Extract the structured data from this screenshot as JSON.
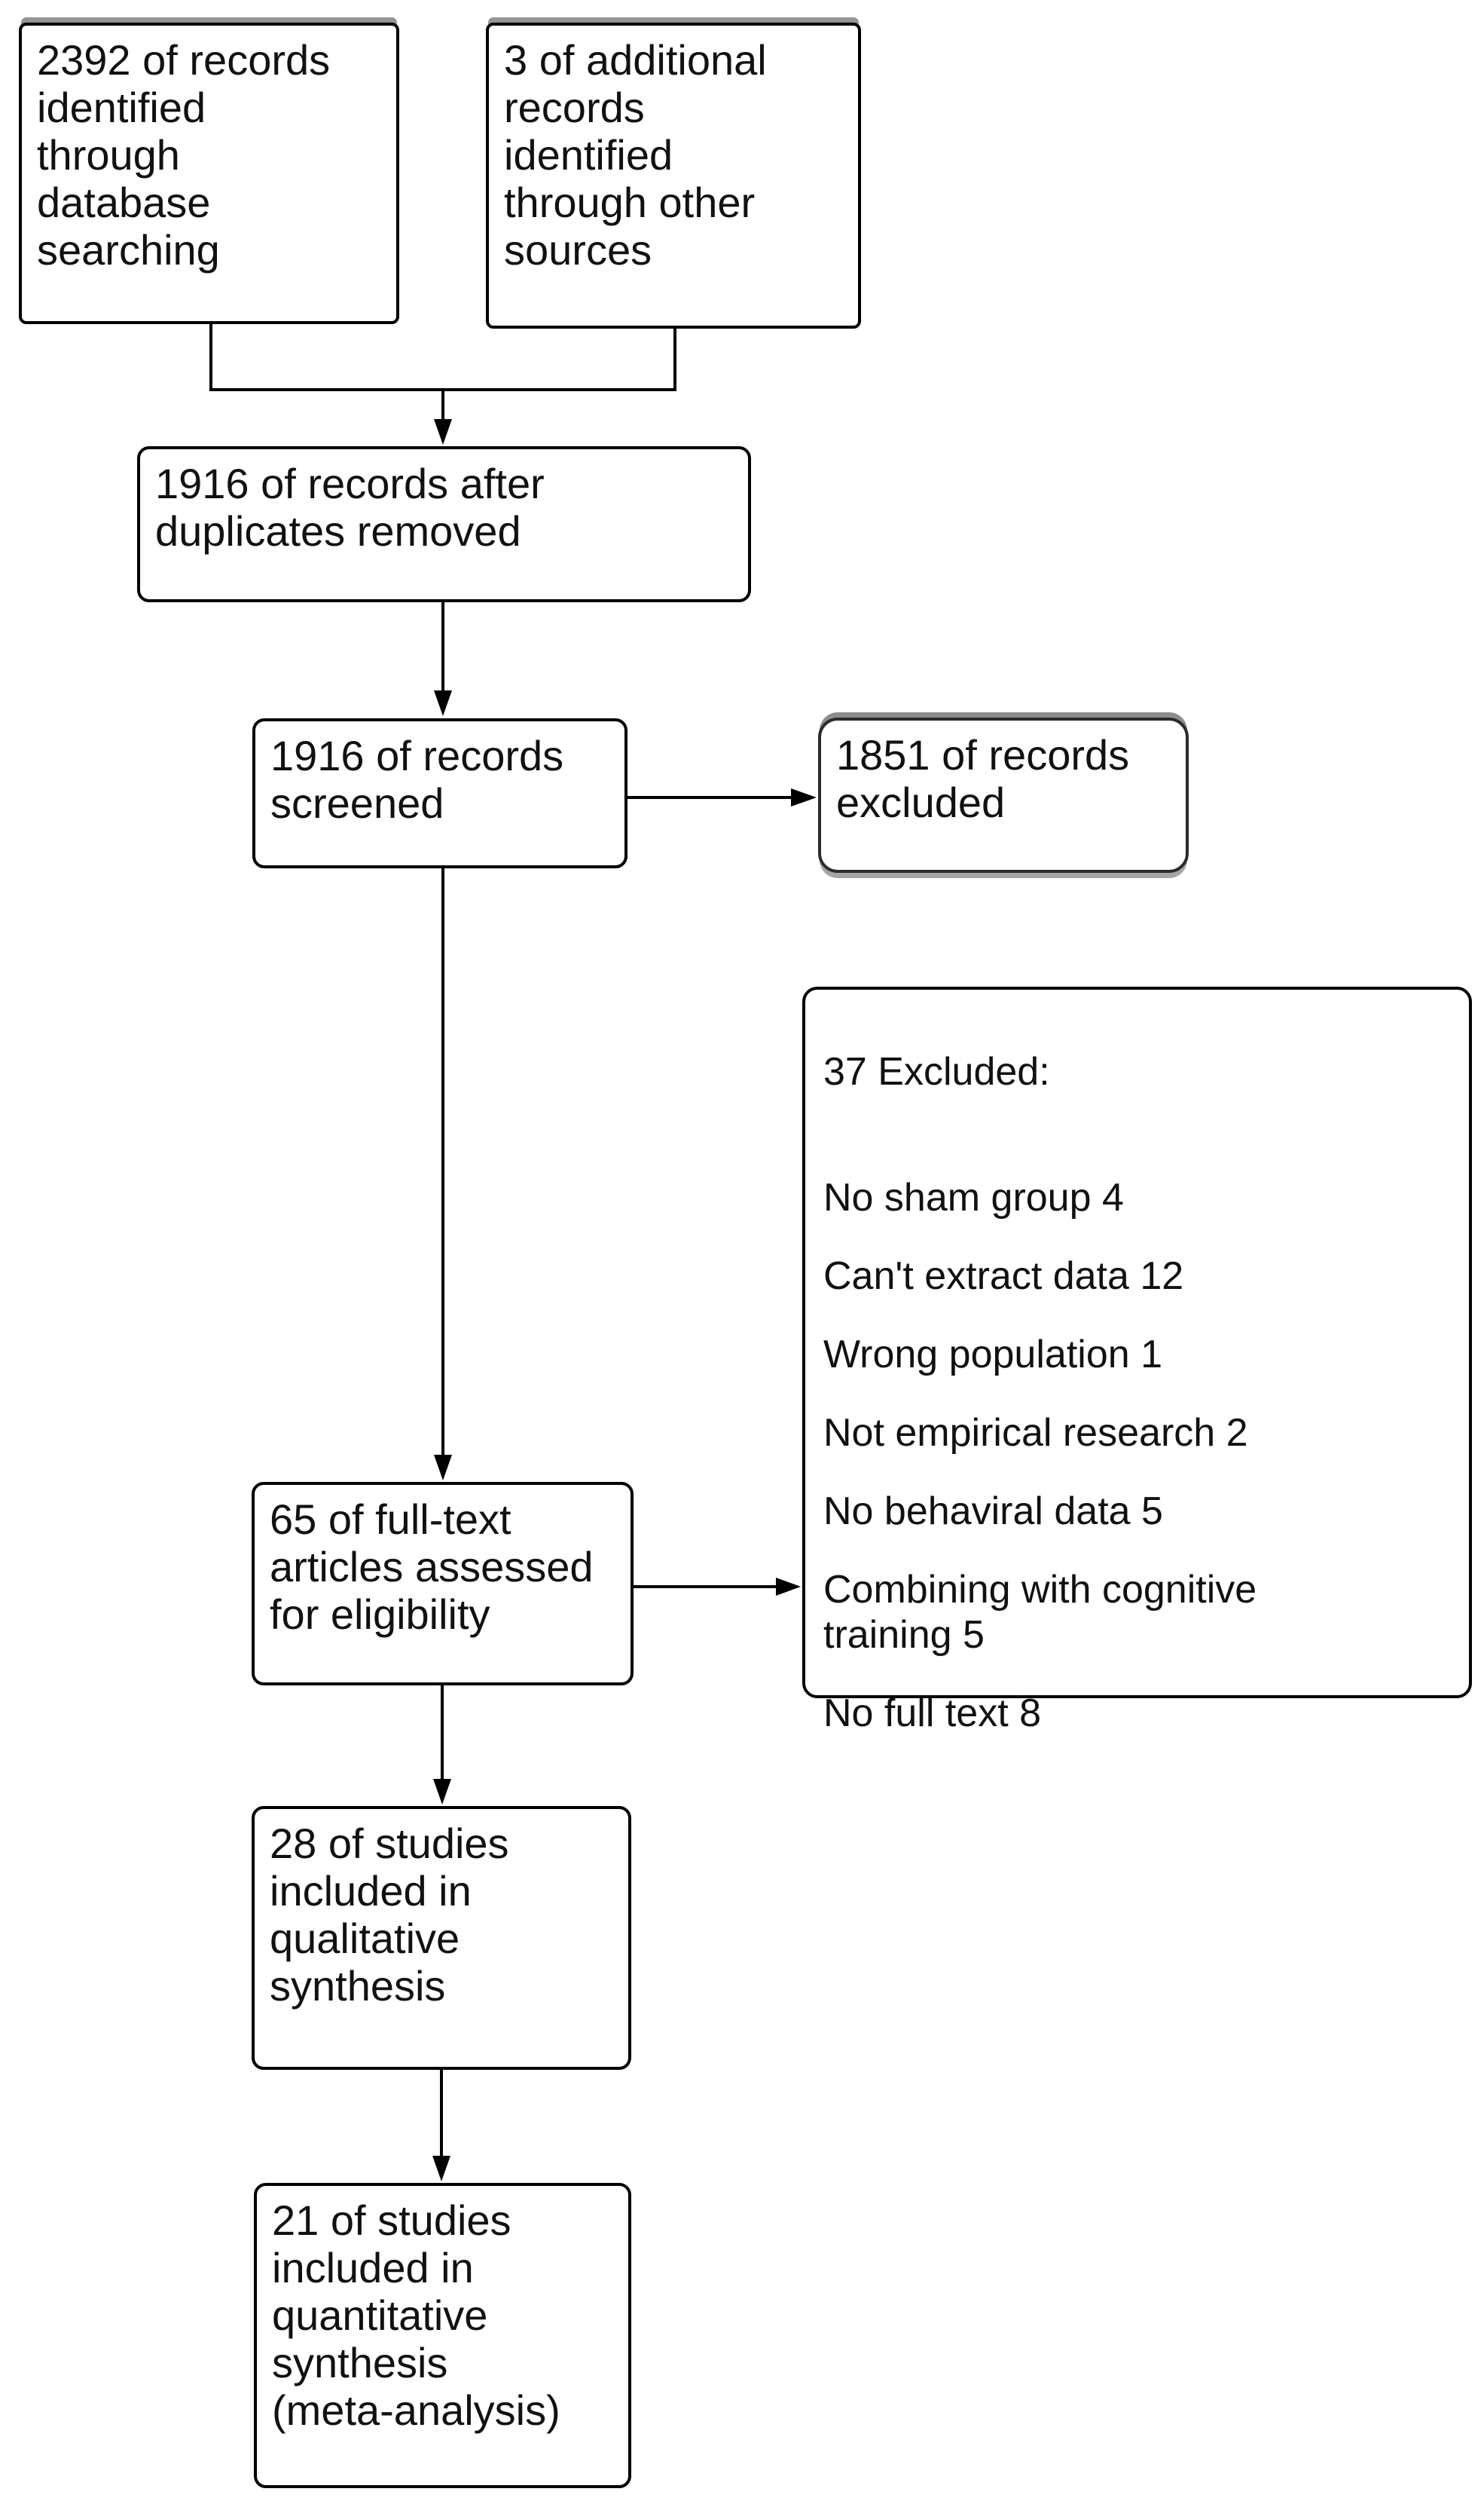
{
  "figure": {
    "type": "prisma-flow-diagram"
  },
  "nodes": {
    "identified_database": {
      "text": "2392 of records\nidentified\nthrough\ndatabase\nsearching"
    },
    "identified_other": {
      "text": "3 of additional\nrecords\nidentified\nthrough other\nsources"
    },
    "after_duplicates": {
      "text": "1916 of records after\nduplicates removed"
    },
    "screened": {
      "text": "1916 of records\nscreened"
    },
    "records_excluded": {
      "text": "1851 of records\nexcluded"
    },
    "fulltext_assessed": {
      "text": "65 of full-text\narticles assessed\nfor eligibility"
    },
    "exclusion_reasons": {
      "heading": "37 Excluded:",
      "items": [
        "No sham group 4",
        "Can't extract data 12",
        "Wrong population 1",
        "Not empirical research 2",
        "No behaviral data 5",
        "Combining with cognitive\ntraining 5",
        "No full text 8"
      ]
    },
    "qualitative": {
      "text": "28 of studies\nincluded in\nqualitative\nsynthesis"
    },
    "quantitative": {
      "text": "21 of studies\nincluded in\nquantitative\nsynthesis\n(meta-analysis)"
    }
  },
  "counts": {
    "records_database": 2392,
    "records_other_sources": 3,
    "after_duplicates": 1916,
    "screened": 1916,
    "excluded_screening": 1851,
    "fulltext_assessed": 65,
    "fulltext_excluded": 37,
    "qualitative_included": 28,
    "quantitative_included": 21
  },
  "colors": {
    "background": "#ffffff",
    "border": "#000000",
    "text": "#111111",
    "accent_gray": "#949494"
  }
}
